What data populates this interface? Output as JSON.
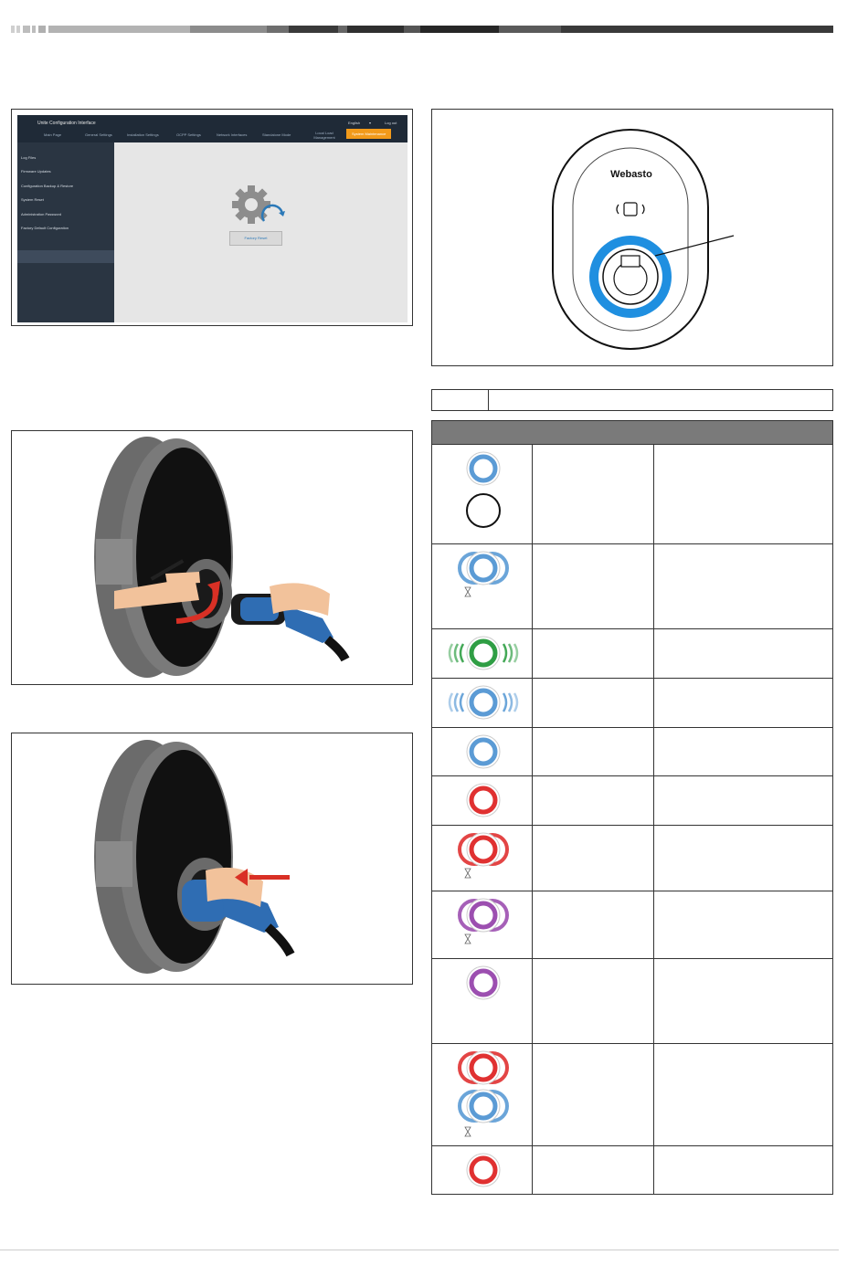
{
  "colors": {
    "header_bar": [
      "#c8c8c8",
      "#a9a9a9",
      "#7d7d7d",
      "#555555",
      "#333333",
      "#222222"
    ],
    "ui_accent": "#f29a1a",
    "ui_dark": "#1f2a37",
    "led_blue": "#5b9bd5",
    "led_green": "#2f9e44",
    "led_red": "#e03131",
    "led_purple": "#9c4fb0",
    "charger_ring": "#1f8fe0"
  },
  "config_ui": {
    "title": "Unite Configuration Interface",
    "language": "English",
    "language_arrow": "▾",
    "logout": "Log out",
    "tabs": [
      "Main Page",
      "General Settings",
      "Installation Settings",
      "OCPP Settings",
      "Network Interfaces",
      "Standalone Mode",
      "Local Load Management",
      "System Maintenance"
    ],
    "sidebar": [
      "Log Files",
      "Firmware Updates",
      "Configuration Backup & Restore",
      "System Reset",
      "Administration Password",
      "Factory Default Configuration"
    ],
    "factory_reset_button": "Factory Reset"
  },
  "charger": {
    "brand": "Webasto"
  },
  "led_rows": [
    {
      "icons": [
        "led-blue-solid-icon",
        "led-off-icon"
      ],
      "color": "#5b9bd5"
    },
    {
      "icons": [
        "led-blue-pulsing-icon",
        "hourglass-icon"
      ],
      "color": "#5b9bd5"
    },
    {
      "icons": [
        "led-green-flowing-icon"
      ],
      "color": "#2f9e44"
    },
    {
      "icons": [
        "led-blue-flowing-icon"
      ],
      "color": "#5b9bd5"
    },
    {
      "icons": [
        "led-blue-solid-icon"
      ],
      "color": "#5b9bd5"
    },
    {
      "icons": [
        "led-red-solid-icon"
      ],
      "color": "#e03131"
    },
    {
      "icons": [
        "led-red-pulsing-icon",
        "hourglass-icon"
      ],
      "color": "#e03131"
    },
    {
      "icons": [
        "led-purple-pulsing-icon",
        "hourglass-icon"
      ],
      "color": "#9c4fb0"
    },
    {
      "icons": [
        "led-purple-solid-icon"
      ],
      "color": "#9c4fb0"
    },
    {
      "icons": [
        "led-red-pulsing-icon",
        "led-blue-pulsing-icon",
        "hourglass-icon"
      ],
      "color": "#e03131"
    },
    {
      "icons": [
        "led-red-solid-icon"
      ],
      "color": "#e03131"
    }
  ]
}
